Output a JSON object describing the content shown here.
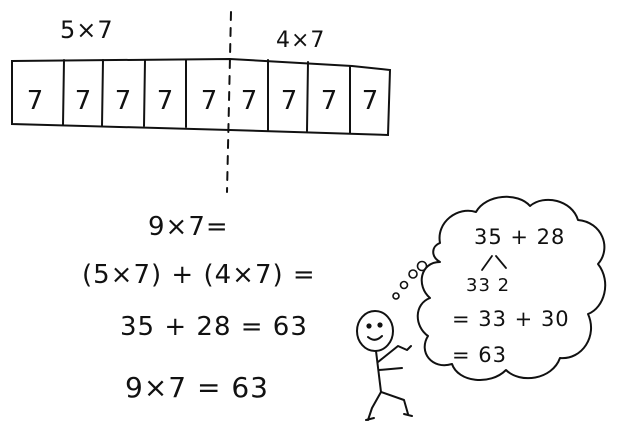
{
  "top_labels": {
    "left": "5×7",
    "right": "4×7"
  },
  "strip": {
    "cells": [
      "7",
      "7",
      "7",
      "7",
      "7",
      "7",
      "7",
      "7",
      "7"
    ]
  },
  "equations": {
    "line1": "9×7=",
    "line2": "(5×7) + (4×7) =",
    "line3": "35 + 28 = 63",
    "line4": "9×7 = 63"
  },
  "thought": {
    "line1": "35 + 28",
    "line2": "33  2",
    "line3": "= 33 + 30",
    "line4": "= 63"
  }
}
